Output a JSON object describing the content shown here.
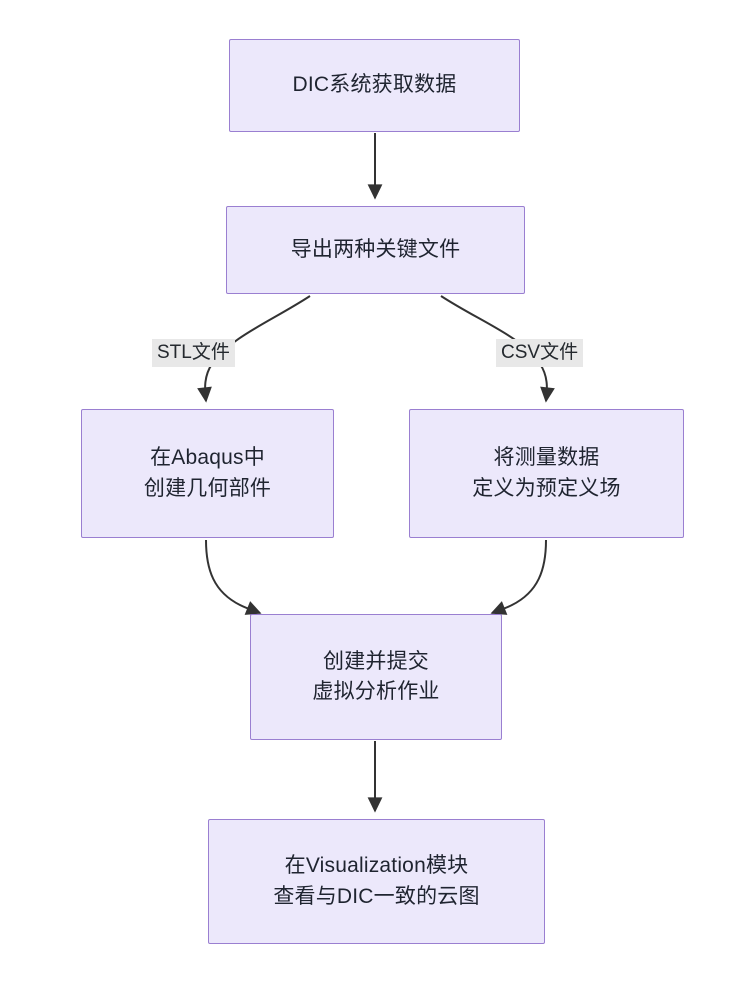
{
  "diagram": {
    "type": "flowchart",
    "direction": "top-to-bottom",
    "theme": {
      "background": "#ffffff",
      "node_fill": "#ece8fb",
      "node_border": "#9a7fd1",
      "node_text": "#1f2430",
      "edge_stroke": "#333333",
      "edge_label_background": "#e8e8e8",
      "edge_label_text": "#24292e"
    },
    "nodes": [
      {
        "id": "acquire",
        "name": "dic-acquire-data",
        "lines": [
          "DIC系统获取数据"
        ]
      },
      {
        "id": "export",
        "name": "export-two-key-files",
        "lines": [
          "导出两种关键文件"
        ]
      },
      {
        "id": "geometry",
        "name": "create-geometry-part-in-abaqus",
        "lines": [
          "在Abaqus中",
          "创建几何部件"
        ]
      },
      {
        "id": "predefined",
        "name": "define-measured-data-as-predefined-field",
        "lines": [
          "将测量数据",
          "定义为预定义场"
        ]
      },
      {
        "id": "submit",
        "name": "create-and-submit-virtual-job",
        "lines": [
          "创建并提交",
          "虚拟分析作业"
        ]
      },
      {
        "id": "visualize",
        "name": "view-contour-in-visualization-module",
        "lines": [
          "在Visualization模块",
          "查看与DIC一致的云图"
        ]
      }
    ],
    "edges": [
      {
        "id": "e1",
        "from": "acquire",
        "to": "export",
        "label": ""
      },
      {
        "id": "e2",
        "from": "export",
        "to": "geometry",
        "label": "STL文件"
      },
      {
        "id": "e3",
        "from": "export",
        "to": "predefined",
        "label": "CSV文件"
      },
      {
        "id": "e4",
        "from": "geometry",
        "to": "submit",
        "label": ""
      },
      {
        "id": "e5",
        "from": "predefined",
        "to": "submit",
        "label": ""
      },
      {
        "id": "e6",
        "from": "submit",
        "to": "visualize",
        "label": ""
      }
    ]
  }
}
